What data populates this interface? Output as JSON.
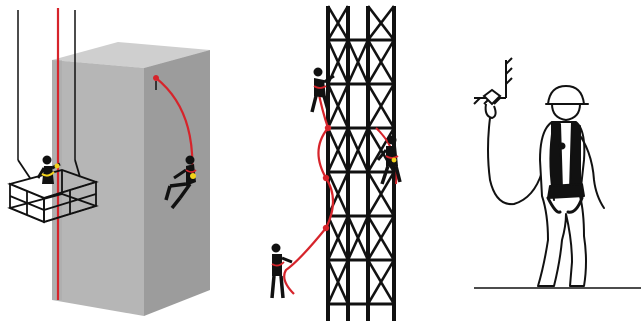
{
  "colors": {
    "background": "#ffffff",
    "line": "#111111",
    "rope": "#d6242b",
    "building_front": "#b3b3b3",
    "building_side": "#9a9a9a",
    "building_top": "#cccccc",
    "accent_yellow": "#f2d21b"
  },
  "panels": [
    {
      "name": "suspended-platform-scene",
      "icons": [
        "suspended-platform-icon",
        "worker-icon",
        "building-icon",
        "rope-access-worker-icon"
      ]
    },
    {
      "name": "tower-climbing-scene",
      "icons": [
        "lattice-tower-icon",
        "climber-icon",
        "safety-rope-icon"
      ]
    },
    {
      "name": "fall-arrest-harness-scene",
      "icons": [
        "anchor-point-icon",
        "lanyard-icon",
        "harness-worker-icon"
      ]
    }
  ]
}
